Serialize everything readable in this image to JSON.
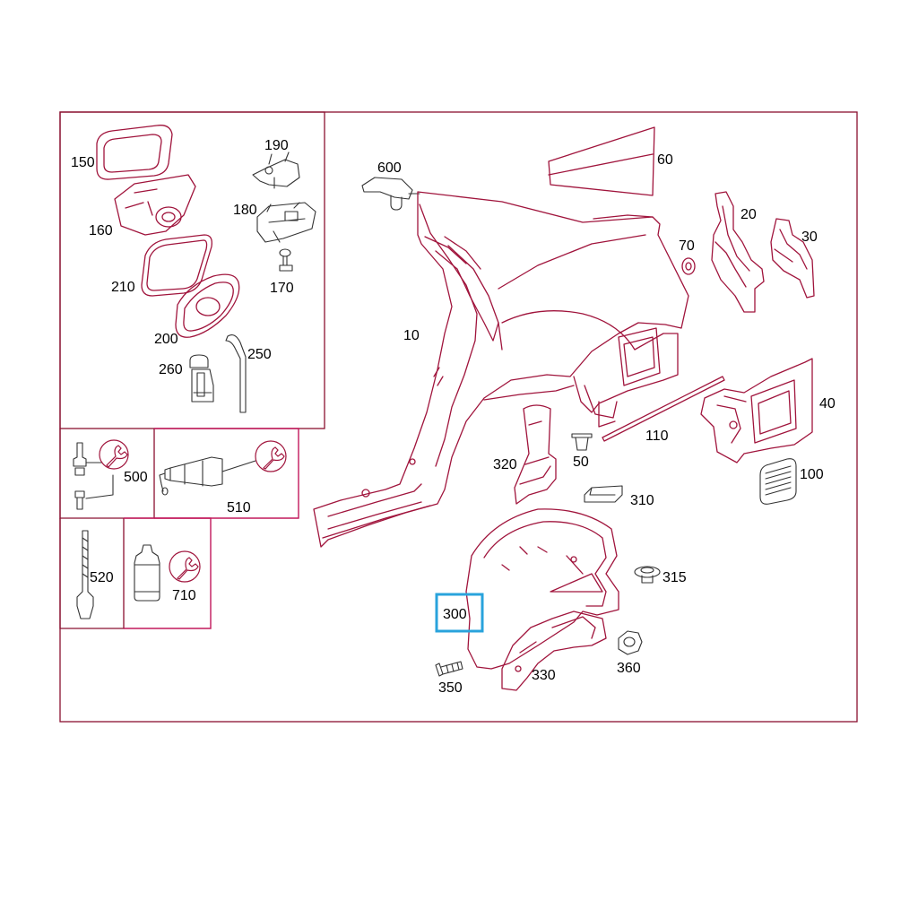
{
  "parts": {
    "p10": "10",
    "p20": "20",
    "p30": "30",
    "p40": "40",
    "p50": "50",
    "p60": "60",
    "p70": "70",
    "p100": "100",
    "p110": "110",
    "p150": "150",
    "p160": "160",
    "p170": "170",
    "p180": "180",
    "p190": "190",
    "p200": "200",
    "p210": "210",
    "p250": "250",
    "p260": "260",
    "p300": "300",
    "p310": "310",
    "p315": "315",
    "p320": "320",
    "p330": "330",
    "p350": "350",
    "p360": "360",
    "p500": "500",
    "p510": "510",
    "p520": "520",
    "p600": "600",
    "p710": "710"
  },
  "selected_part": "300",
  "colors": {
    "line": "#a0143c",
    "frame": "#8a1030",
    "highlight": "#29a3dc"
  }
}
